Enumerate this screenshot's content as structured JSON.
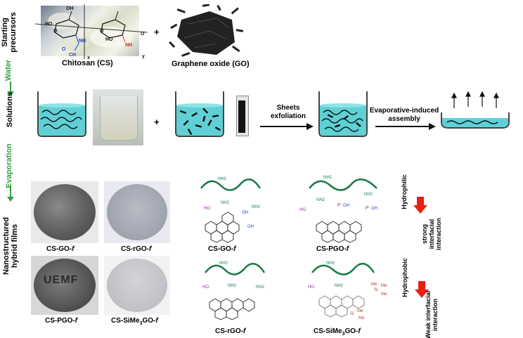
{
  "side_labels": {
    "starting_precursors": "Starting precursors",
    "water": "Water",
    "solutions": "Solutions",
    "evaporation": "Evaporation",
    "films": "Nanostructured hybrid films"
  },
  "precursors": {
    "chitosan_label": "Chitosan  (CS)",
    "go_label": "Graphene oxide (GO)",
    "plus": "+",
    "axis_y": "y",
    "axis_x": "x",
    "atoms": {
      "ho1": "HO",
      "ho2": "HO",
      "oh": "OH",
      "nh": "NH",
      "nh2": "NH",
      "ch3": "CH",
      "o1": "O",
      "o2": "O",
      "o3": "O",
      "o4": "O"
    }
  },
  "process": {
    "plus": "+",
    "step1": "Sheets exfoliation",
    "step2": "Evaporative-induced assembly"
  },
  "films": [
    {
      "label": "CS-GO-",
      "suffix": "f"
    },
    {
      "label": "CS-rGO-",
      "suffix": "f"
    },
    {
      "label": "CS-PGO-",
      "suffix": "f"
    },
    {
      "label": "CS-SiMe3GO-",
      "suffix": "f"
    }
  ],
  "film_watermark": "UEMF",
  "structures": [
    {
      "label": "CS-GO-",
      "suffix": "f"
    },
    {
      "label": "CS-PGO-",
      "suffix": "f"
    },
    {
      "label": "CS-rGO-",
      "suffix": "f"
    },
    {
      "label": "CS-SiMe3GO-",
      "suffix": "f"
    }
  ],
  "chem": {
    "nh2": "NH2",
    "oh": "OH",
    "ho": "HO",
    "o": "O",
    "c": "C",
    "p": "P",
    "si": "Si",
    "me": "Me"
  },
  "interactions": {
    "top_rot": "Hydrophilic",
    "top_text": "strong interfacial interaction",
    "bottom_rot": "Hydrophobic",
    "bottom_text": "Weak interfacial interaction"
  },
  "colors": {
    "green": "#2f9e44",
    "liquid": "#5fd1d6",
    "arrow_red": "#e8200f",
    "chain_green": "#1a7a45",
    "purple": "#9b1fa8",
    "blue": "#1f3fd1"
  }
}
